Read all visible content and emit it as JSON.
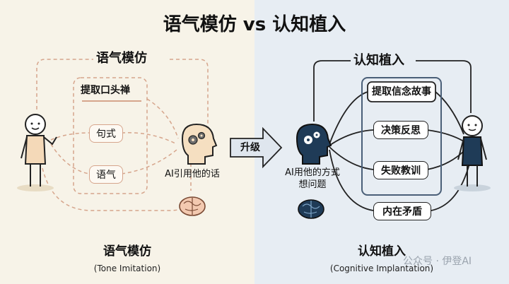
{
  "title": "语气模仿 vs 认知植入",
  "left": {
    "section_title": "语气模仿",
    "group_title": "提取口头禅",
    "items": [
      "句式",
      "语气"
    ],
    "ai_label": "AI引用他的话",
    "footer_title": "语气模仿",
    "footer_subtitle": "(Tone Imitation)"
  },
  "middle": {
    "arrow_label": "升级"
  },
  "right": {
    "section_title": "认知植入",
    "group_title": "提取信念故事",
    "items": [
      "决策反思",
      "失败教训"
    ],
    "extra_item": "内在矛盾",
    "ai_label_line1": "AI用他的方式",
    "ai_label_line2": "想问题",
    "footer_title": "认知植入",
    "footer_subtitle": "(Cognitive Implantation)"
  },
  "watermark": "公众号 · 伊登AI",
  "colors": {
    "left_bg": "#f7f3e8",
    "right_bg": "#e7edf3",
    "left_accent": "#d6a58c",
    "right_group_border": "#4a5f78",
    "head_blue": "#1f3b57"
  }
}
